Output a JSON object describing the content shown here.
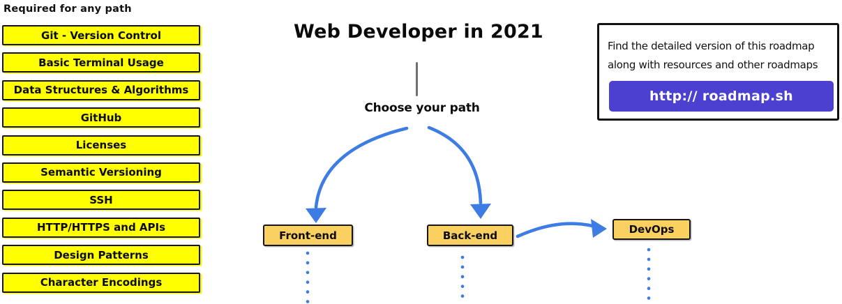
{
  "header": {
    "title": "Web Developer in 2021",
    "subtitle": "Choose your path"
  },
  "sidebar": {
    "heading": "Required for any path",
    "items": [
      "Git - Version Control",
      "Basic Terminal Usage",
      "Data Structures & Algorithms",
      "GitHub",
      "Licenses",
      "Semantic Versioning",
      "SSH",
      "HTTP/HTTPS and APIs",
      "Design Patterns",
      "Character Encodings"
    ]
  },
  "nodes": {
    "frontend": {
      "label": "Front-end"
    },
    "backend": {
      "label": "Back-end"
    },
    "devops": {
      "label": "DevOps"
    }
  },
  "info_box": {
    "line1": "Find the detailed version of this roadmap",
    "line2": "along with resources and other roadmaps",
    "button_label": "http:// roadmap.sh"
  },
  "colors": {
    "highlight_yellow": "#FFFF00",
    "node_orange": "#FAD061",
    "arrow_blue": "#3D7CE4",
    "button_purple": "#4B40D0",
    "divider_gray": "#6F6F6F"
  }
}
